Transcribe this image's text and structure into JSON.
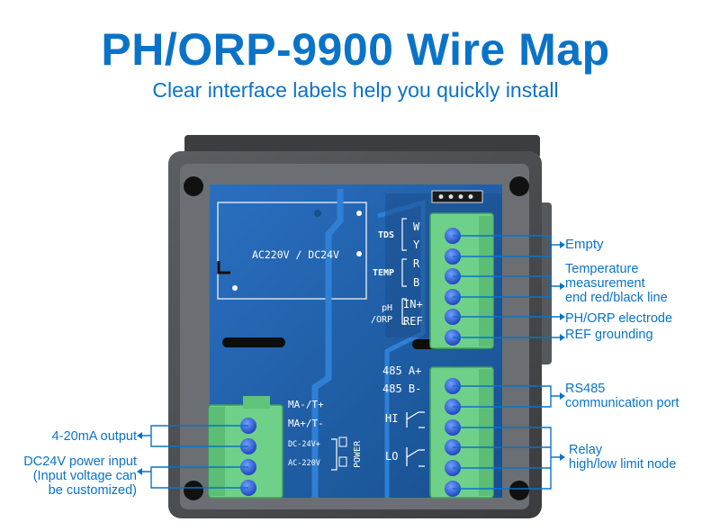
{
  "header": {
    "title": "PH/ORP-9900 Wire Map",
    "subtitle": "Clear interface labels help you quickly install"
  },
  "board": {
    "power_label": "AC220V / DC24V",
    "tds": "TDS",
    "temp": "TEMP",
    "ph": "pH",
    "orp": "/ORP",
    "w": "W",
    "y": "Y",
    "r": "R",
    "b": "B",
    "in_plus": "IN+",
    "ref": "REF",
    "a485": "485 A+",
    "b485": "485 B-",
    "hi": "HI",
    "lo": "LO",
    "ma_neg": "MA-/T+",
    "ma_pos": "MA+/T-",
    "dc24": "DC-24V+",
    "ac220": "AC-220V",
    "power": "POWER"
  },
  "callouts": {
    "empty": "Empty",
    "temp_line1": "Temperature",
    "temp_line2": "measurement",
    "temp_line3": "end red/black line",
    "phorp": "PH/ORP electrode",
    "ref": "REF grounding",
    "rs485_line1": "RS485",
    "rs485_line2": "communication port",
    "relay_line1": "Relay",
    "relay_line2": "high/low limit node",
    "ma_output": "4-20mA output",
    "dc24_line1": "DC24V power input",
    "dc24_line2": "(Input voltage can",
    "dc24_line3": "be customized)"
  },
  "colors": {
    "title": "#0a73c8",
    "housing": "#4a4d50",
    "pcb": "#1f5fa8",
    "terminal": "#6fd08a",
    "screw": "#1e56d6"
  }
}
